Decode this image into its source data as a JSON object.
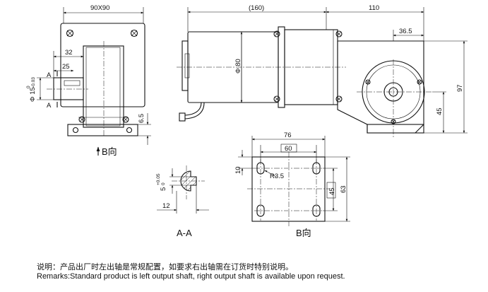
{
  "dimensions": {
    "flange_size": "90X90",
    "d_32": "32",
    "d_25": "25",
    "shaft_dia": "Φ 15",
    "shaft_tol_upper": "0",
    "shaft_tol_lower": "-0.03",
    "d_6_5": "6.5",
    "motor_length": "(160)",
    "d_110": "110",
    "d_36_5": "36.5",
    "motor_dia": "Φ 80",
    "d_97": "97",
    "d_45_side": "45",
    "d_76": "76",
    "d_60": "60",
    "d_10": "10",
    "radius": "R3.5",
    "d_45_base": "45",
    "d_63": "63",
    "key_width": "5",
    "key_tol_upper": "+0.05",
    "key_tol_lower": "0",
    "key_depth": "12",
    "section_mark": "A"
  },
  "labels": {
    "view_b_arrow": "B向",
    "section_aa": "A-A",
    "view_b": "B向"
  },
  "remarks": {
    "chinese": "说明：产品出厂时左出轴是常规配置，如要求右出轴需在订货时特别说明。",
    "english": "Remarks:Standard product is left output shaft, right output shaft is available upon request."
  }
}
